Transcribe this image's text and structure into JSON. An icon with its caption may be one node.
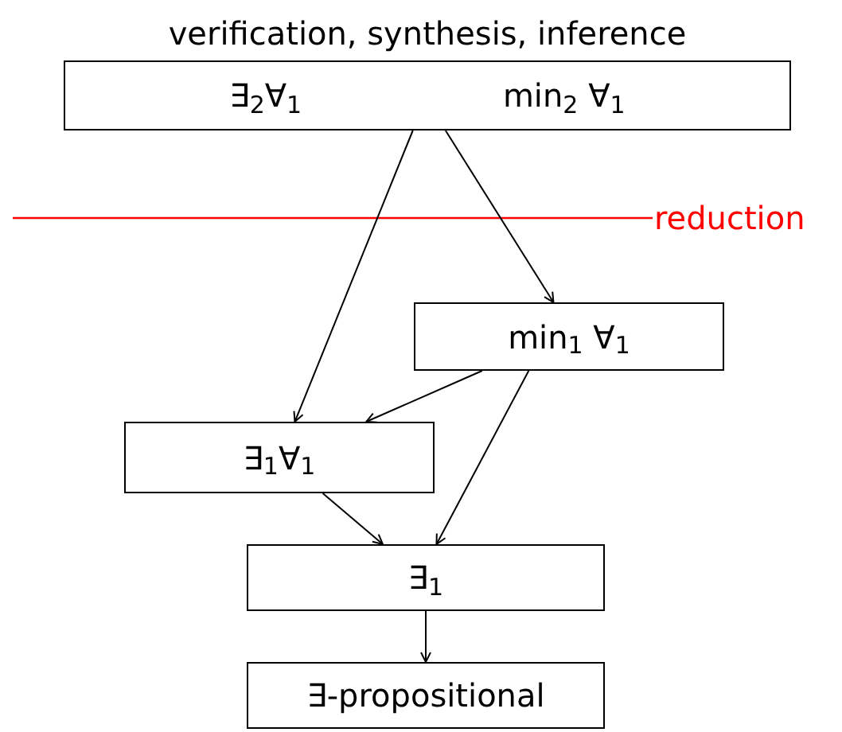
{
  "diagram": {
    "nodes": [
      {
        "text": [
          "verification, synthesis, inference",
          "∃$_{2}$∀$_{1}$",
          "min$_{2}$ ∀$_{1}$"
        ]
      },
      {
        "text": [
          "min$_{1}$ ∀$_{1}$"
        ]
      },
      {
        "text": [
          "∃$_{1}$∀$_{1}$"
        ]
      },
      {
        "text": [
          "∃$_{1}$"
        ]
      },
      {
        "text": [
          "∃-propositional"
        ]
      }
    ],
    "edges": [
      {
        "from": 0,
        "to": 2,
        "arrow": "to"
      },
      {
        "from": 0,
        "to": 1,
        "arrow": "to"
      },
      {
        "from": 1,
        "to": 2,
        "arrow": "to"
      },
      {
        "from": 1,
        "to": 3,
        "arrow": "to"
      },
      {
        "from": 2,
        "to": 3,
        "arrow": "to"
      },
      {
        "from": 3,
        "to": 4,
        "arrow": "to"
      }
    ],
    "labels": [
      "reduction"
    ]
  }
}
